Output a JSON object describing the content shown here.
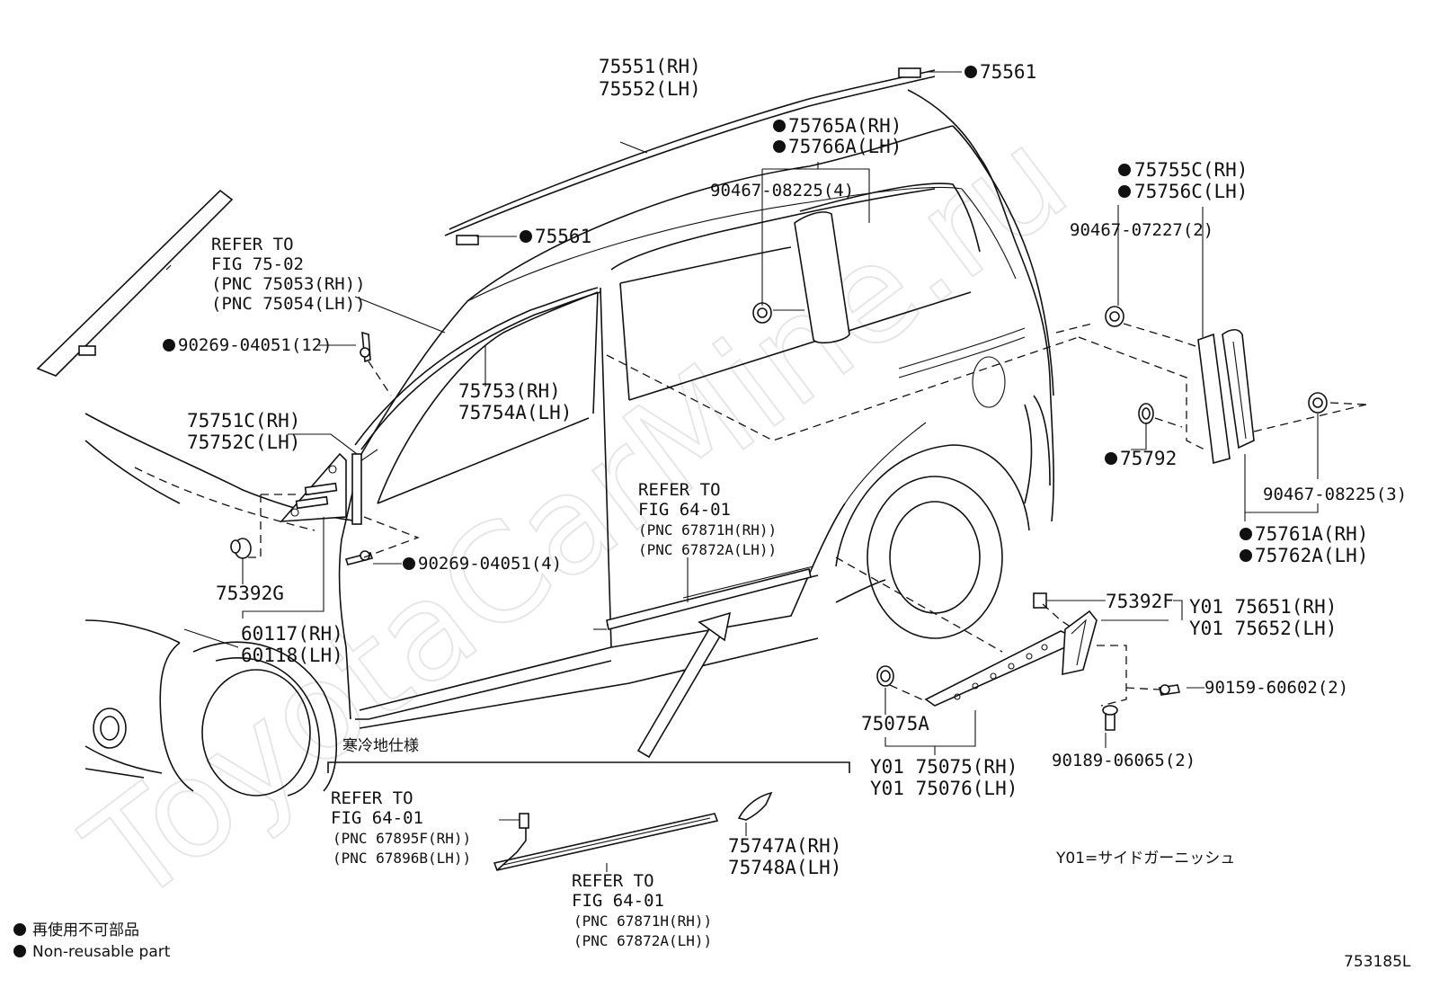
{
  "watermark": "ToyotaCarMine.ru",
  "diagram_id": "753185L",
  "legend": {
    "jp": "再使用不可部品",
    "en": "Non-reusable part"
  },
  "cold_spec": "寒冷地仕様",
  "y01_note": "Y01=サイドガーニッシュ",
  "callouts": {
    "c75551_rh": "75551(RH)",
    "c75552_lh": "75552(LH)",
    "c75561_top": "75561",
    "c75561_left": "75561",
    "c75765a_rh": "75765A(RH)",
    "c75766a_lh": "75766A(LH)",
    "c90467_08225_4": "90467-08225(4)",
    "c75755c_rh": "75755C(RH)",
    "c75756c_lh": "75756C(LH)",
    "c90467_07227_2": "90467-07227(2)",
    "c75792": "75792",
    "c90467_08225_3": "90467-08225(3)",
    "c75761a_rh": "75761A(RH)",
    "c75762a_lh": "75762A(LH)",
    "refer_75_02": [
      "REFER TO",
      "FIG 75-02",
      "(PNC 75053(RH))",
      "(PNC 75054(LH))"
    ],
    "c90269_04051_12": "90269-04051(12)",
    "c75753_rh": "75753(RH)",
    "c75754a_lh": "75754A(LH)",
    "c75751c_rh": "75751C(RH)",
    "c75752c_lh": "75752C(LH)",
    "refer_64_01_a": [
      "REFER TO",
      "FIG 64-01",
      "(PNC 67871H(RH))",
      "(PNC 67872A(LH))"
    ],
    "c90269_04051_4": "90269-04051(4)",
    "c75392g": "75392G",
    "c60117_rh": "60117(RH)",
    "c60118_lh": "60118(LH)",
    "c75392f": "75392F",
    "y01_75651_rh": "Y01 75651(RH)",
    "y01_75652_lh": "Y01 75652(LH)",
    "c90159_60602_2": "90159-60602(2)",
    "c75075a": "75075A",
    "c90189_06065_2": "90189-06065(2)",
    "y01_75075_rh": "Y01 75075(RH)",
    "y01_75076_lh": "Y01 75076(LH)",
    "refer_64_01_b": [
      "REFER TO",
      "FIG 64-01",
      "(PNC 67895F(RH))",
      "(PNC 67896B(LH))"
    ],
    "c75747a_rh": "75747A(RH)",
    "c75748a_lh": "75748A(LH)",
    "refer_64_01_c": [
      "REFER TO",
      "FIG 64-01",
      "(PNC 67871H(RH))",
      "(PNC 67872A(LH))"
    ]
  }
}
